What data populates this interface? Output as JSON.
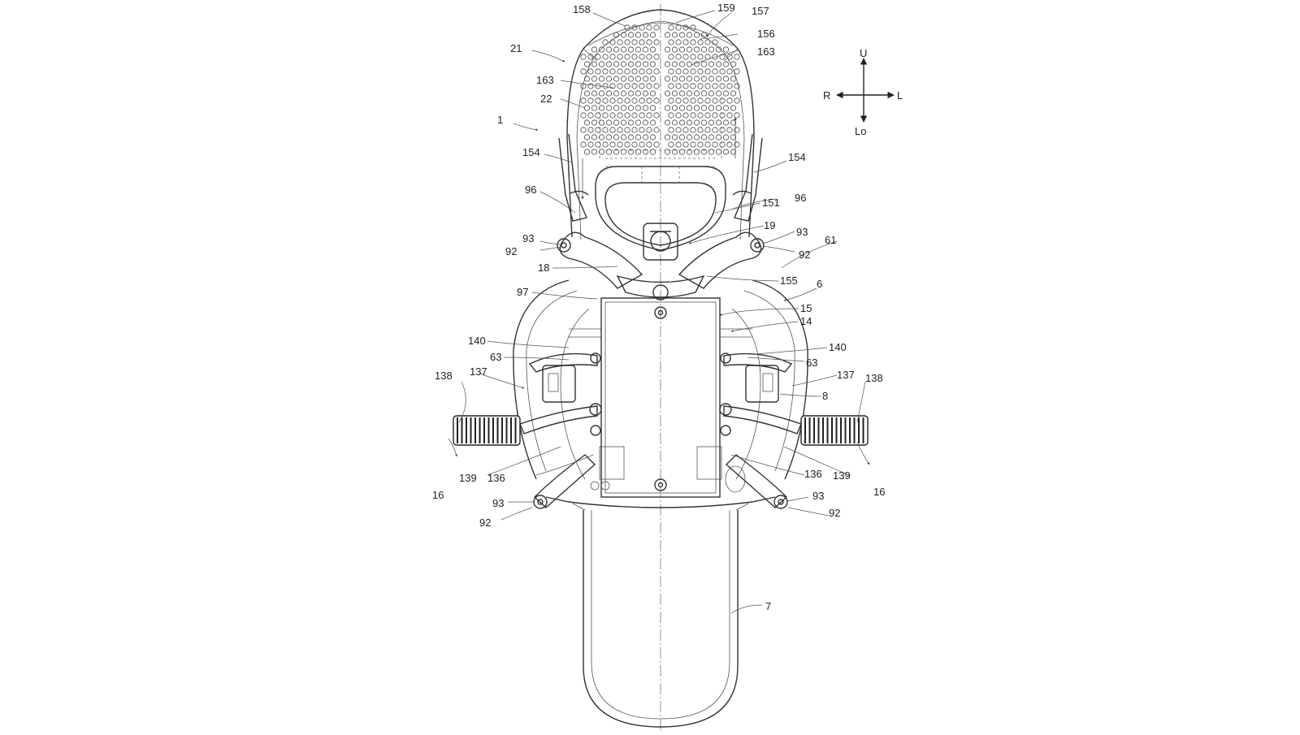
{
  "directions": {
    "up": "U",
    "down": "Lo",
    "left": "R",
    "right": "L"
  },
  "labels": [
    {
      "id": "l158a",
      "text": "158"
    },
    {
      "id": "l159",
      "text": "159"
    },
    {
      "id": "l157",
      "text": "157"
    },
    {
      "id": "l156",
      "text": "156"
    },
    {
      "id": "l163a",
      "text": "163"
    },
    {
      "id": "l21",
      "text": "21"
    },
    {
      "id": "l163b",
      "text": "163"
    },
    {
      "id": "l22",
      "text": "22"
    },
    {
      "id": "l1",
      "text": "1"
    },
    {
      "id": "l154a",
      "text": "154"
    },
    {
      "id": "l154b",
      "text": "154"
    },
    {
      "id": "l96a",
      "text": "96"
    },
    {
      "id": "l151",
      "text": "151"
    },
    {
      "id": "l96b",
      "text": "96"
    },
    {
      "id": "l19",
      "text": "19"
    },
    {
      "id": "l93a",
      "text": "93"
    },
    {
      "id": "l93b",
      "text": "93"
    },
    {
      "id": "l92a",
      "text": "92"
    },
    {
      "id": "l92b",
      "text": "92"
    },
    {
      "id": "l61",
      "text": "61"
    },
    {
      "id": "l18",
      "text": "18"
    },
    {
      "id": "l155",
      "text": "155"
    },
    {
      "id": "l97",
      "text": "97"
    },
    {
      "id": "l6",
      "text": "6"
    },
    {
      "id": "l15",
      "text": "15"
    },
    {
      "id": "l14",
      "text": "14"
    },
    {
      "id": "l140a",
      "text": "140"
    },
    {
      "id": "l140b",
      "text": "140"
    },
    {
      "id": "l63a",
      "text": "63"
    },
    {
      "id": "l63b",
      "text": "63"
    },
    {
      "id": "l137a",
      "text": "137"
    },
    {
      "id": "l137b",
      "text": "137"
    },
    {
      "id": "l138a",
      "text": "138"
    },
    {
      "id": "l138b",
      "text": "138"
    },
    {
      "id": "l8",
      "text": "8"
    },
    {
      "id": "l139a",
      "text": "139"
    },
    {
      "id": "l136a",
      "text": "136"
    },
    {
      "id": "l136b",
      "text": "136"
    },
    {
      "id": "l139b",
      "text": "139"
    },
    {
      "id": "l16a",
      "text": "16"
    },
    {
      "id": "l16b",
      "text": "16"
    },
    {
      "id": "l93c",
      "text": "93"
    },
    {
      "id": "l93d",
      "text": "93"
    },
    {
      "id": "l92c",
      "text": "92"
    },
    {
      "id": "l92d",
      "text": "92"
    },
    {
      "id": "l7",
      "text": "7"
    }
  ]
}
